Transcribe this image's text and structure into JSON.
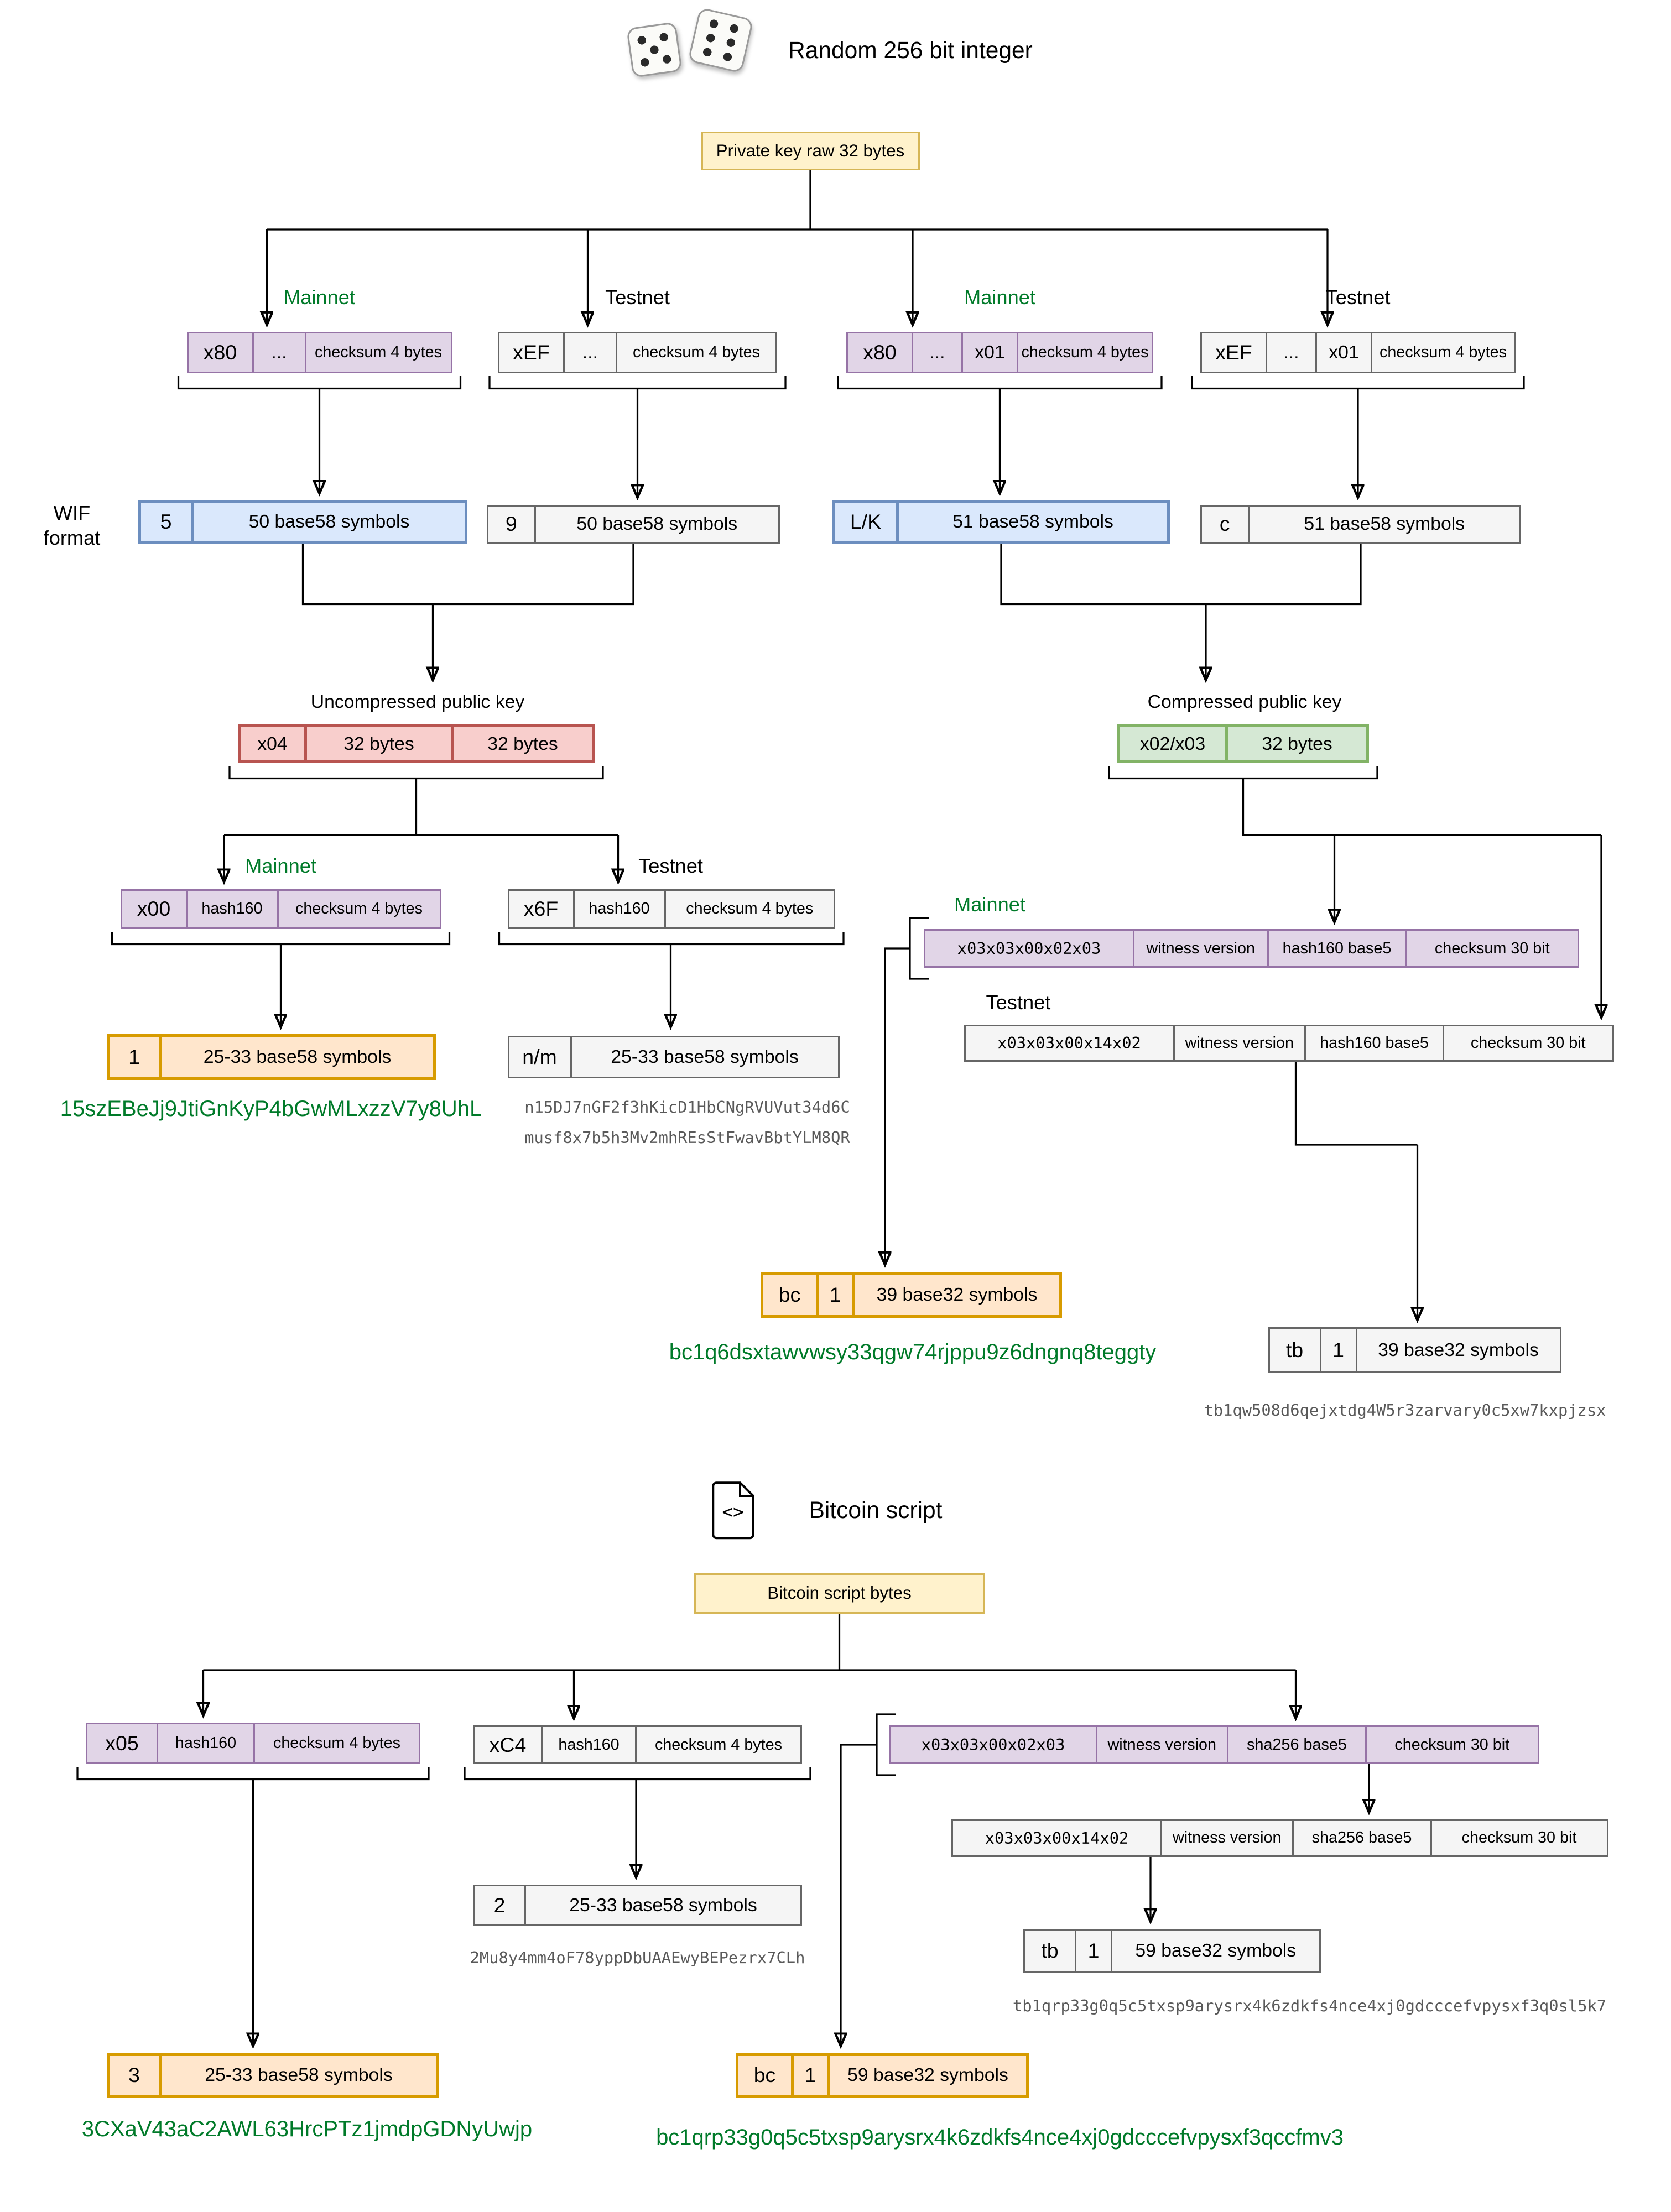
{
  "header": {
    "title": "Random 256 bit integer",
    "icon": "dice-pair-icon"
  },
  "script_section": {
    "title": "Bitcoin script",
    "icon": "code-file-icon"
  },
  "labels": {
    "mainnet": "Mainnet",
    "testnet": "Testnet",
    "wif_format": "WIF format",
    "uncompressed_pubkey": "Uncompressed public key",
    "compressed_pubkey": "Compressed public key",
    "private_key": "Private key raw 32 bytes",
    "script_bytes": "Bitcoin script bytes"
  },
  "boxes": {
    "privkey_mainnet_unc": [
      "x80",
      "...",
      "checksum 4 bytes"
    ],
    "privkey_testnet_unc": [
      "xEF",
      "...",
      "checksum 4 bytes"
    ],
    "privkey_mainnet_comp": [
      "x80",
      "...",
      "x01",
      "checksum 4 bytes"
    ],
    "privkey_testnet_comp": [
      "xEF",
      "...",
      "x01",
      "checksum 4 bytes"
    ],
    "wif_mainnet_unc": [
      "5",
      "50 base58 symbols"
    ],
    "wif_testnet_unc": [
      "9",
      "50 base58 symbols"
    ],
    "wif_mainnet_comp": [
      "L/K",
      "51 base58 symbols"
    ],
    "wif_testnet_comp": [
      "c",
      "51 base58 symbols"
    ],
    "pubkey_uncompressed": [
      "x04",
      "32 bytes",
      "32 bytes"
    ],
    "pubkey_compressed": [
      "x02/x03",
      "32 bytes"
    ],
    "p2pkh_mainnet": [
      "x00",
      "hash160",
      "checksum 4 bytes"
    ],
    "p2pkh_testnet": [
      "x6F",
      "hash160",
      "checksum 4 bytes"
    ],
    "p2wpkh_mainnet": [
      "x03x03x00x02x03",
      "witness version",
      "hash160 base5",
      "checksum 30 bit"
    ],
    "p2wpkh_testnet": [
      "x03x03x00x14x02",
      "witness version",
      "hash160 base5",
      "checksum 30 bit"
    ],
    "addr_p2pkh_mainnet": [
      "1",
      "25-33 base58 symbols"
    ],
    "addr_p2pkh_testnet": [
      "n/m",
      "25-33 base58 symbols"
    ],
    "addr_p2wpkh_mainnet": [
      "bc",
      "1",
      "39 base32 symbols"
    ],
    "addr_p2wpkh_testnet": [
      "tb",
      "1",
      "39 base32 symbols"
    ],
    "p2sh_mainnet": [
      "x05",
      "hash160",
      "checksum 4 bytes"
    ],
    "p2sh_testnet": [
      "xC4",
      "hash160",
      "checksum 4 bytes"
    ],
    "p2wsh_mainnet": [
      "x03x03x00x02x03",
      "witness version",
      "sha256 base5",
      "checksum 30 bit"
    ],
    "p2wsh_testnet": [
      "x03x03x00x14x02",
      "witness version",
      "sha256 base5",
      "checksum 30 bit"
    ],
    "addr_p2sh_testnet": [
      "2",
      "25-33 base58 symbols"
    ],
    "addr_p2sh_mainnet": [
      "3",
      "25-33 base58 symbols"
    ],
    "addr_p2wsh_testnet": [
      "tb",
      "1",
      "59 base32 symbols"
    ],
    "addr_p2wsh_mainnet": [
      "bc",
      "1",
      "59 base32 symbols"
    ]
  },
  "addresses": {
    "p2pkh_mainnet": "15szEBeJj9JtiGnKyP4bGwMLxzzV7y8UhL",
    "p2pkh_testnet_n": "n15DJ7nGF2f3hKicD1HbCNgRVUVut34d6C",
    "p2pkh_testnet_m": "musf8x7b5h3Mv2mhREsStFwavBbtYLM8QR",
    "p2wpkh_mainnet": "bc1q6dsxtawvwsy33qgw74rjppu9z6dngnq8teggty",
    "p2wpkh_testnet": "tb1qw508d6qejxtdg4W5r3zarvary0c5xw7kxpjzsx",
    "p2sh_testnet": "2Mu8y4mm4oF78yppDbUAAEwyBEPezrx7CLh",
    "p2sh_mainnet": "3CXaV43aC2AWL63HrcPTz1jmdpGDNyUwjp",
    "p2wsh_testnet": "tb1qrp33g0q5c5txsp9arysrx4k6zdkfs4nce4xj0gdcccefvpysxf3q0sl5k7",
    "p2wsh_mainnet": "bc1qrp33g0q5c5txsp9arysrx4k6zdkfs4nce4xj0gdcccefvpysxf3qccfmv3"
  },
  "colors": {
    "yellow_fill": "#fff2cc",
    "yellow_border": "#d6b656",
    "purple_fill": "#e1d5e7",
    "purple_border": "#9673a6",
    "gray_fill": "#f5f5f5",
    "gray_border": "#666666",
    "blue_fill": "#dae8fc",
    "blue_border": "#6c8ebf",
    "red_fill": "#f8cecc",
    "red_border": "#b85450",
    "green_fill": "#d5e8d4",
    "green_border": "#82b366",
    "orange_fill": "#ffe6cc",
    "orange_border": "#d79b00",
    "green_text": "#007a29",
    "mono_gray_text": "#595959"
  }
}
